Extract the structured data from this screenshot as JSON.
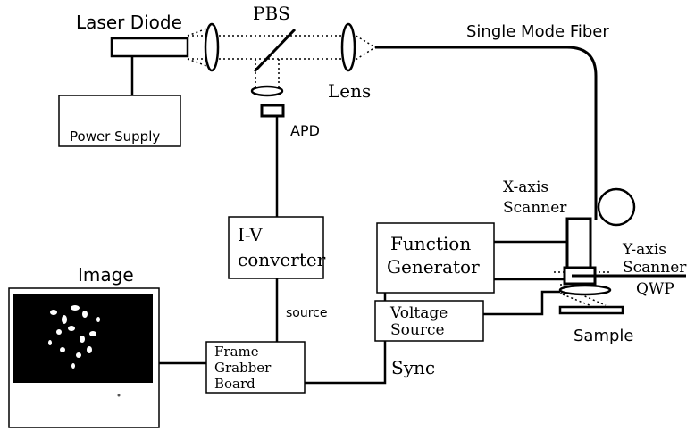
{
  "labels": {
    "laser_diode": "Laser Diode",
    "pbs": "PBS",
    "single_mode_fiber": "Single Mode Fiber",
    "lens": "Lens",
    "power_supply": "Power Supply",
    "apd": "APD",
    "x_axis_scanner_line1": "X-axis",
    "x_axis_scanner_line2": "Scanner",
    "y_axis_scanner_line1": "Y-axis",
    "y_axis_scanner_line2": "Scanner",
    "qwp": "QWP",
    "iv_converter_line1": "I-V",
    "iv_converter_line2": "converter",
    "function_generator_line1": "Function",
    "function_generator_line2": "Generator",
    "voltage_source_line1": "Voltage",
    "voltage_source_line2": "Source",
    "sample": "Sample",
    "image": "Image",
    "source": "source",
    "frame_grabber_line1": "Frame",
    "frame_grabber_line2": "Grabber",
    "frame_grabber_line3": "Board",
    "sync": "Sync"
  }
}
